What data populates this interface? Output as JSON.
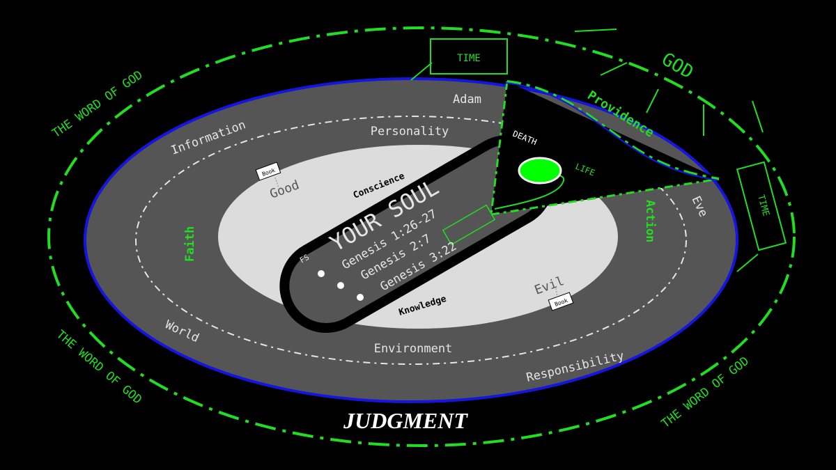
{
  "colors": {
    "background": "#000000",
    "green": "#22dd22",
    "bright_green": "#00ff00",
    "blue": "#1515e0",
    "outer_band": "#555555",
    "middle_band": "#dcdcdc",
    "soul_box": "#555555",
    "text_light": "#e6e6e6",
    "white": "#ffffff"
  },
  "outer": {
    "word_of_god": [
      "THE WORD OF GOD",
      "THE WORD OF GOD",
      "THE WORD OF GOD"
    ],
    "god": "GOD",
    "time_top": "TIME",
    "time_right": "TIME",
    "judgment": "JUDGMENT",
    "providence": "Providence"
  },
  "ring": {
    "adam": "Adam",
    "eve": "Eve",
    "information": "Information",
    "world": "World",
    "responsibility": "Responsibility",
    "faith": "Faith",
    "action": "Action",
    "personality": "Personality",
    "environment": "Environment"
  },
  "inner": {
    "good": "Good",
    "evil": "Evil",
    "book": "Book",
    "conscience": "Conscience",
    "knowledge": "Knowledge"
  },
  "soul": {
    "title": "YOUR SOUL",
    "verses": [
      "Genesis 1:26-27",
      "Genesis 2:7",
      "Genesis 3:22"
    ],
    "fs": "FS"
  },
  "wedge": {
    "death": "DEATH",
    "life": "LIFE"
  }
}
